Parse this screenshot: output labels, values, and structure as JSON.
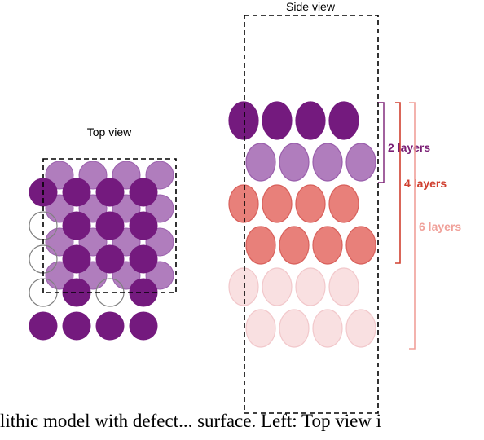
{
  "top_view": {
    "title": "Top view",
    "grid_rows": [
      {
        "dark": [
          true,
          true,
          true,
          true
        ],
        "light": [
          true,
          true,
          true,
          true
        ]
      },
      {
        "dark": [
          false,
          true,
          true,
          true
        ],
        "light": [
          true,
          true,
          true,
          true
        ]
      },
      {
        "dark": [
          false,
          true,
          true,
          true
        ],
        "light": [
          true,
          true,
          true,
          true
        ]
      },
      {
        "dark": [
          false,
          true,
          false,
          true
        ],
        "light": [
          true,
          true,
          true,
          true
        ]
      },
      {
        "dark": [
          true,
          true,
          true,
          true
        ],
        "light": []
      }
    ]
  },
  "side_view": {
    "title": "Side view",
    "layers": [
      {
        "color": "#741a7e",
        "offset": false
      },
      {
        "color": "#b07dbd",
        "offset": true
      },
      {
        "color": "#e8807a",
        "offset": false
      },
      {
        "color": "#e8807a",
        "offset": true
      },
      {
        "color": "#f9e0e1",
        "offset": false
      },
      {
        "color": "#f9e0e1",
        "offset": true
      }
    ]
  },
  "brackets": [
    {
      "label": "2 layers",
      "color": "#7a1f74"
    },
    {
      "label": "4 layers",
      "color": "#d04030"
    },
    {
      "label": "6 layers",
      "color": "#f0a099"
    }
  ],
  "colors": {
    "dark_purple": "#741a7e",
    "light_purple": "#b07dbd",
    "light_purple_stroke": "#9a5fac",
    "red": "#e8807a",
    "red_stroke": "#d8605b",
    "pink": "#f9e0e1",
    "pink_stroke": "#f2c8cb",
    "vacancy_stroke": "#808080"
  },
  "caption": "lithic model with defect... surface. Left: Top view i"
}
